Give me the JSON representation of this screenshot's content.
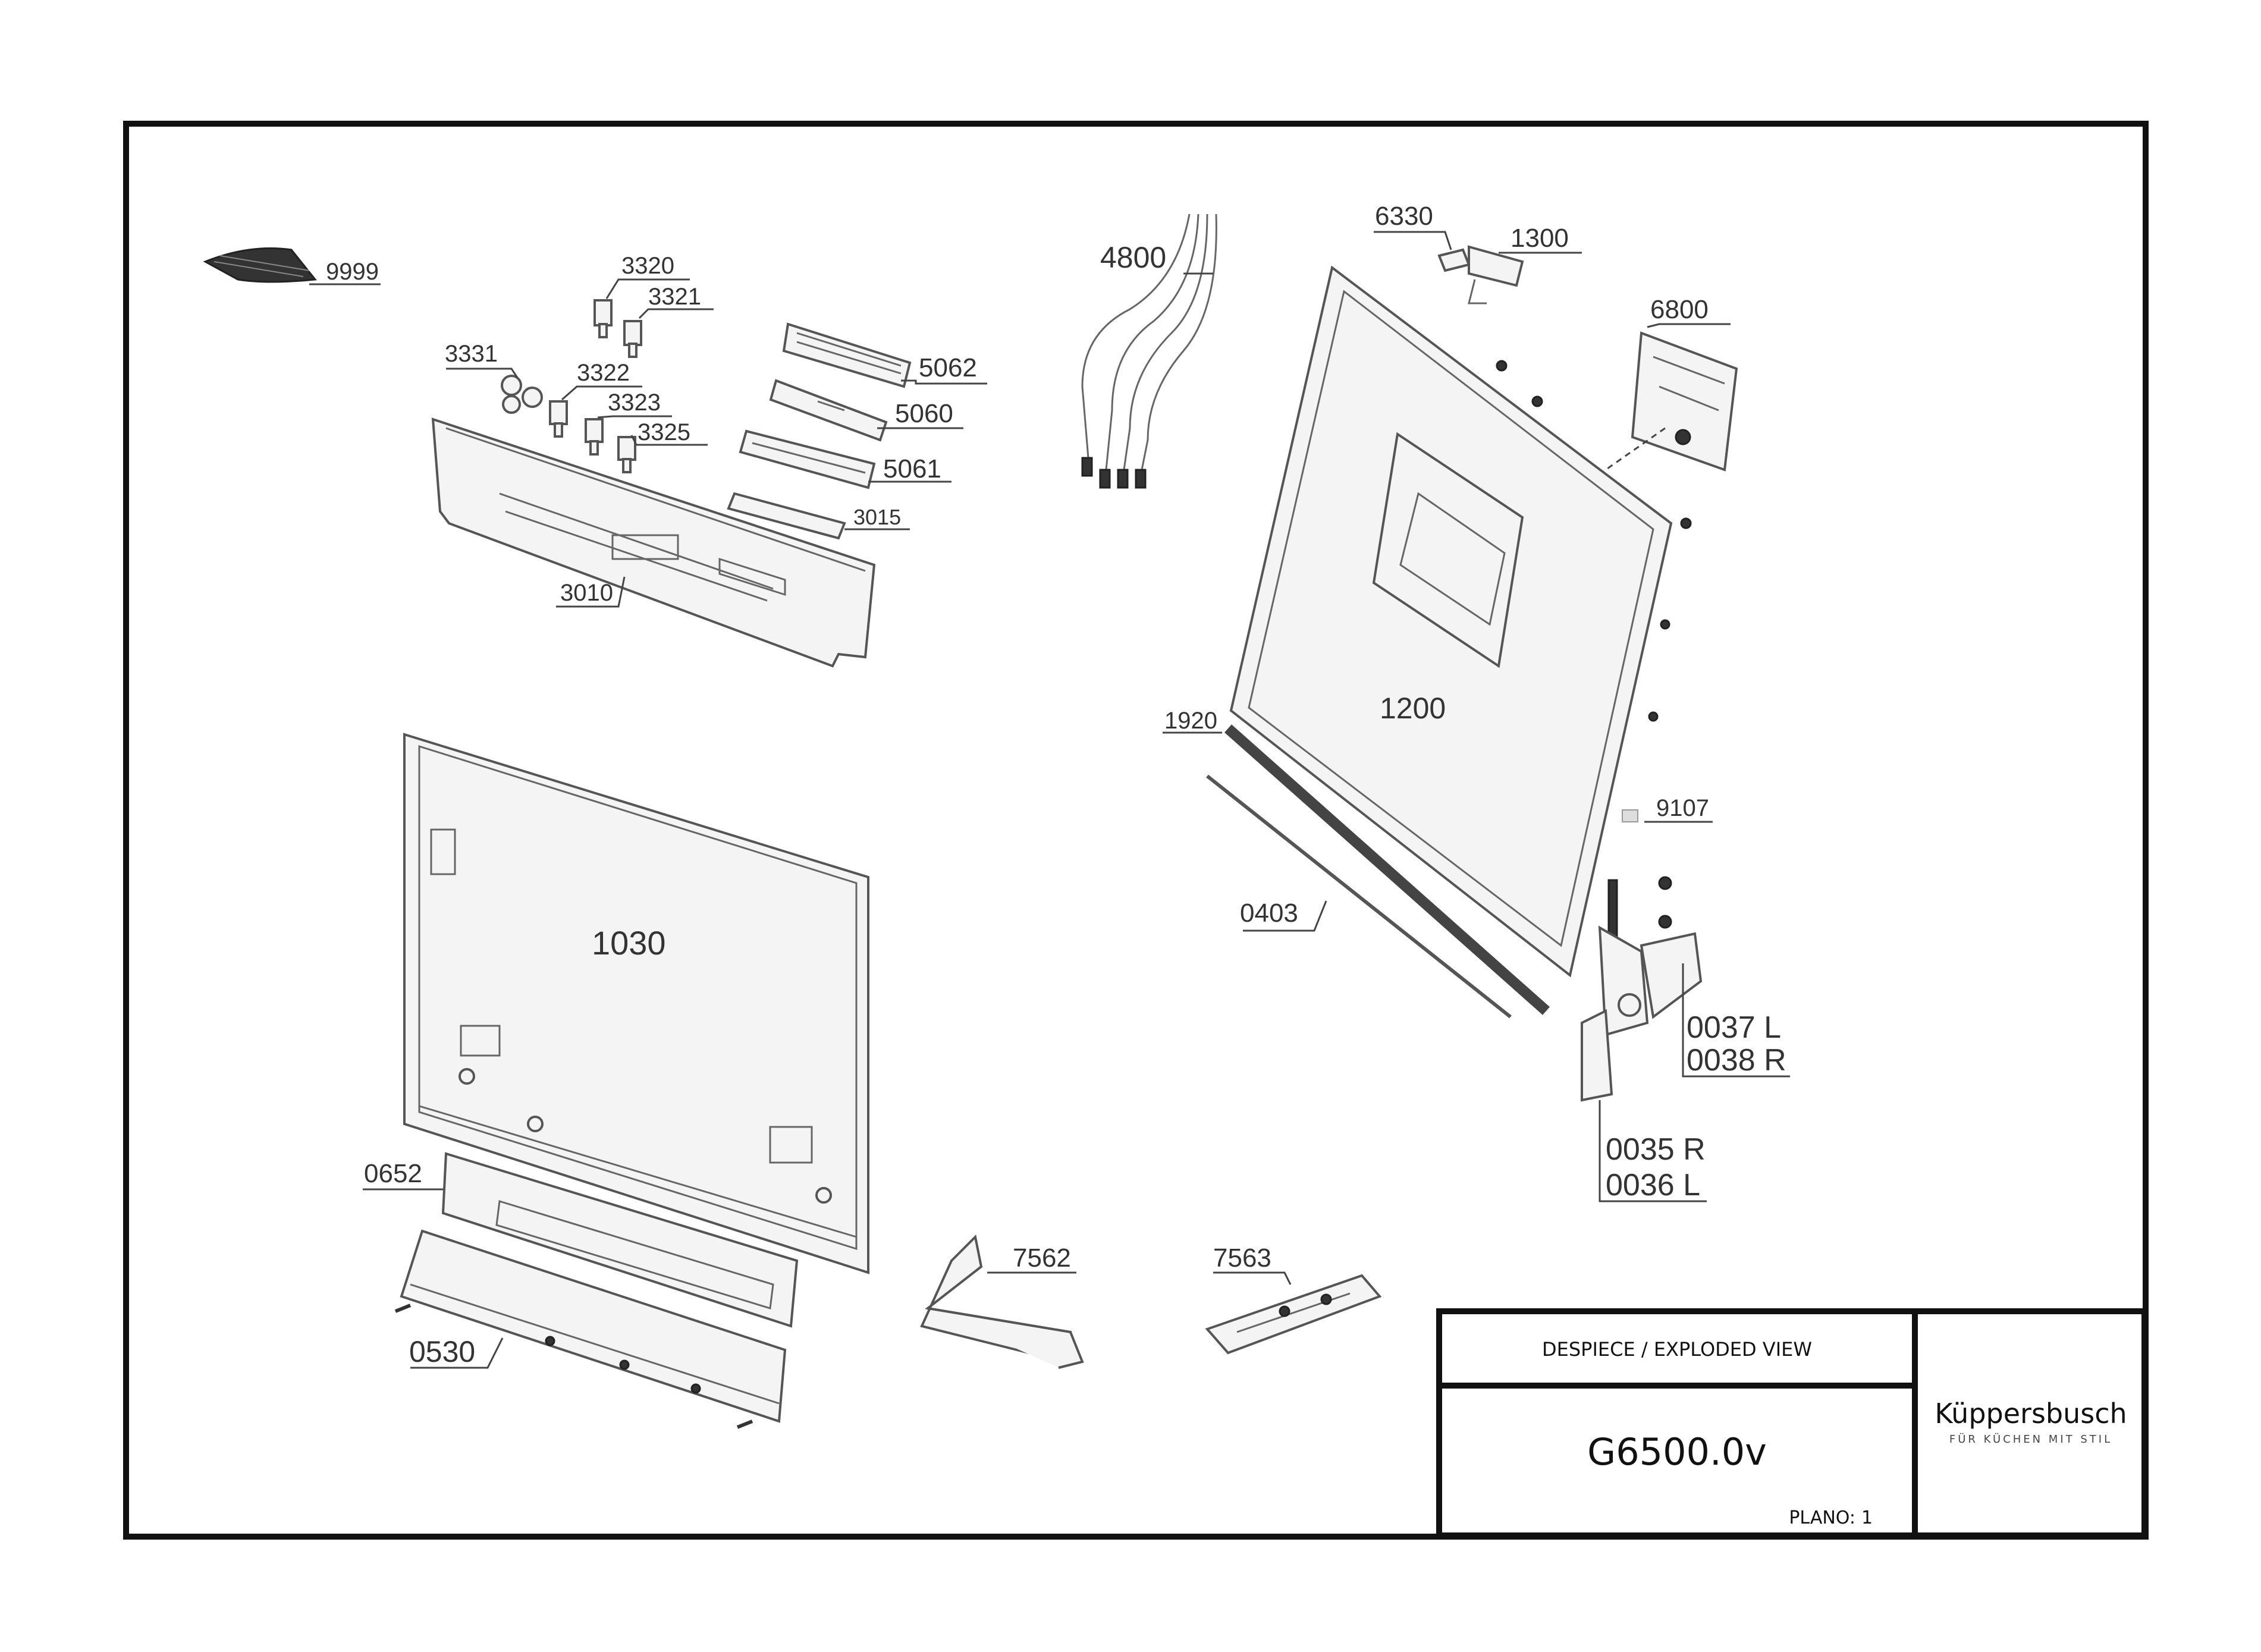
{
  "title_block": {
    "heading": "DESPIECE / EXPLODED VIEW",
    "model": "G6500.0v",
    "plano_label": "PLANO:",
    "plano_number": "1",
    "brand": "Küppersbusch",
    "slogan": "FÜR KÜCHEN MIT STIL"
  },
  "parts": {
    "p9999": "9999",
    "p3320": "3320",
    "p3321": "3321",
    "p3331": "3331",
    "p3322": "3322",
    "p3323": "3323",
    "p3325": "3325",
    "p5062": "5062",
    "p5060": "5060",
    "p5061": "5061",
    "p3015": "3015",
    "p3010": "3010",
    "p4800": "4800",
    "p6330": "6330",
    "p1300": "1300",
    "p6800": "6800",
    "p1200": "1200",
    "p1920": "1920",
    "p9107": "9107",
    "p0403": "0403",
    "p0037": "0037 L",
    "p0038": "0038 R",
    "p0035": "0035 R",
    "p0036": "0036 L",
    "p1030": "1030",
    "p0652": "0652",
    "p0530": "0530",
    "p7562": "7562",
    "p7563": "7563"
  }
}
